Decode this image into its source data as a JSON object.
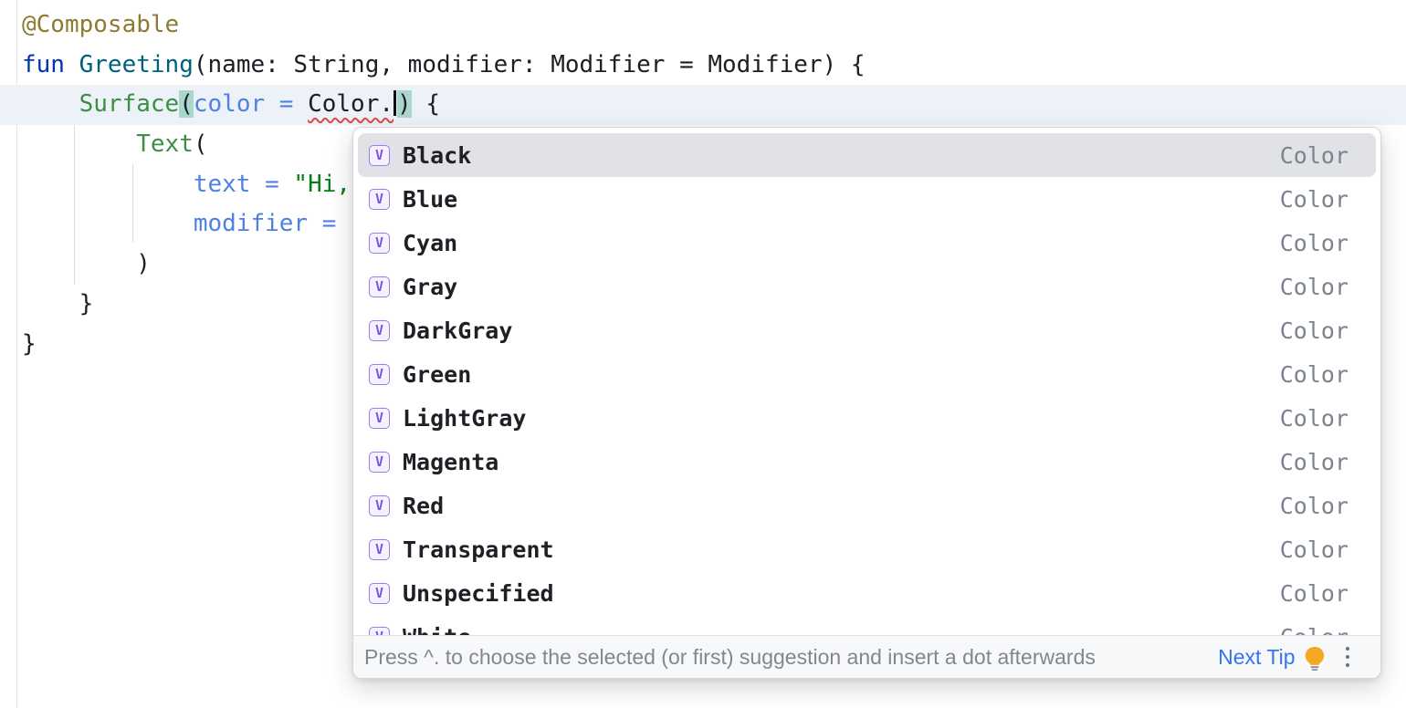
{
  "editor": {
    "lines": [
      {
        "current": false,
        "segments": [
          {
            "t": "@Composable",
            "c": "ann"
          }
        ]
      },
      {
        "current": false,
        "segments": [
          {
            "t": "fun ",
            "c": "kw"
          },
          {
            "t": "Greeting",
            "c": "fn"
          },
          {
            "t": "(name: String, modifier: Modifier = Modifier) {",
            "c": "pl"
          }
        ]
      },
      {
        "current": true,
        "segments": [
          {
            "t": "    ",
            "c": "pl"
          },
          {
            "t": "Surface",
            "c": "call"
          },
          {
            "t": "(",
            "c": "match"
          },
          {
            "t": "color = ",
            "c": "param"
          },
          {
            "t": "Color.",
            "c": "err"
          },
          {
            "t": "",
            "c": "caret"
          },
          {
            "t": ")",
            "c": "match"
          },
          {
            "t": " {",
            "c": "pl"
          }
        ]
      },
      {
        "current": false,
        "segments": [
          {
            "t": "        ",
            "c": "pl"
          },
          {
            "t": "Text",
            "c": "call"
          },
          {
            "t": "(",
            "c": "pl"
          }
        ]
      },
      {
        "current": false,
        "segments": [
          {
            "t": "            ",
            "c": "pl"
          },
          {
            "t": "text = ",
            "c": "param"
          },
          {
            "t": "\"Hi,",
            "c": "str"
          }
        ]
      },
      {
        "current": false,
        "segments": [
          {
            "t": "            ",
            "c": "pl"
          },
          {
            "t": "modifier = ",
            "c": "param"
          }
        ]
      },
      {
        "current": false,
        "segments": [
          {
            "t": "        )",
            "c": "pl"
          }
        ]
      },
      {
        "current": false,
        "segments": [
          {
            "t": "    }",
            "c": "pl"
          }
        ]
      },
      {
        "current": false,
        "segments": [
          {
            "t": "}",
            "c": "pl"
          }
        ]
      }
    ]
  },
  "popup": {
    "selected_index": 0,
    "items": [
      {
        "label": "Black",
        "type": "Color",
        "icon": "V"
      },
      {
        "label": "Blue",
        "type": "Color",
        "icon": "V"
      },
      {
        "label": "Cyan",
        "type": "Color",
        "icon": "V"
      },
      {
        "label": "Gray",
        "type": "Color",
        "icon": "V"
      },
      {
        "label": "DarkGray",
        "type": "Color",
        "icon": "V"
      },
      {
        "label": "Green",
        "type": "Color",
        "icon": "V"
      },
      {
        "label": "LightGray",
        "type": "Color",
        "icon": "V"
      },
      {
        "label": "Magenta",
        "type": "Color",
        "icon": "V"
      },
      {
        "label": "Red",
        "type": "Color",
        "icon": "V"
      },
      {
        "label": "Transparent",
        "type": "Color",
        "icon": "V"
      },
      {
        "label": "Unspecified",
        "type": "Color",
        "icon": "V"
      },
      {
        "label": "White",
        "type": "Color",
        "icon": "V"
      }
    ],
    "footer": {
      "hint": "Press ^. to choose the selected (or first) suggestion and insert a dot afterwards",
      "next_tip_label": "Next Tip"
    }
  },
  "colors": {
    "current_line_bg": "#EDF2F9",
    "matched_paren_bg": "#A9D7CE",
    "error_squiggle": "#E04945",
    "selected_row_bg": "#E0E2E6",
    "icon_purple": "#7D55E3",
    "link_blue": "#3574F0",
    "bulb_yellow": "#F5A91F"
  }
}
